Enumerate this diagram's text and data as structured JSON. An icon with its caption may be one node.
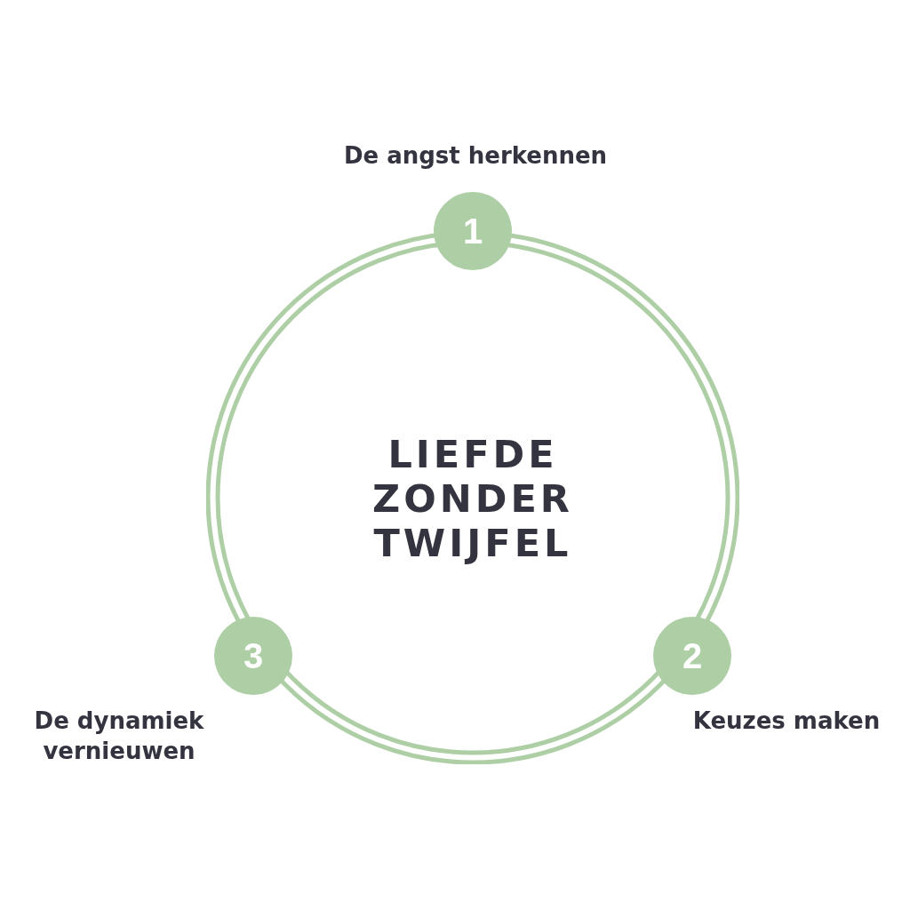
{
  "diagram": {
    "nodes": [
      {
        "text": [
          "LIEFDE ZONDER TWIJFEL"
        ]
      },
      {
        "text": [
          "1"
        ],
        "beside": [
          "De angst herkennen"
        ]
      },
      {
        "text": [
          "2"
        ]
      },
      {
        "text": [
          "3"
        ]
      }
    ],
    "labels": [
      "Keuzes maken",
      "De dynamiek vernieuwen"
    ]
  }
}
